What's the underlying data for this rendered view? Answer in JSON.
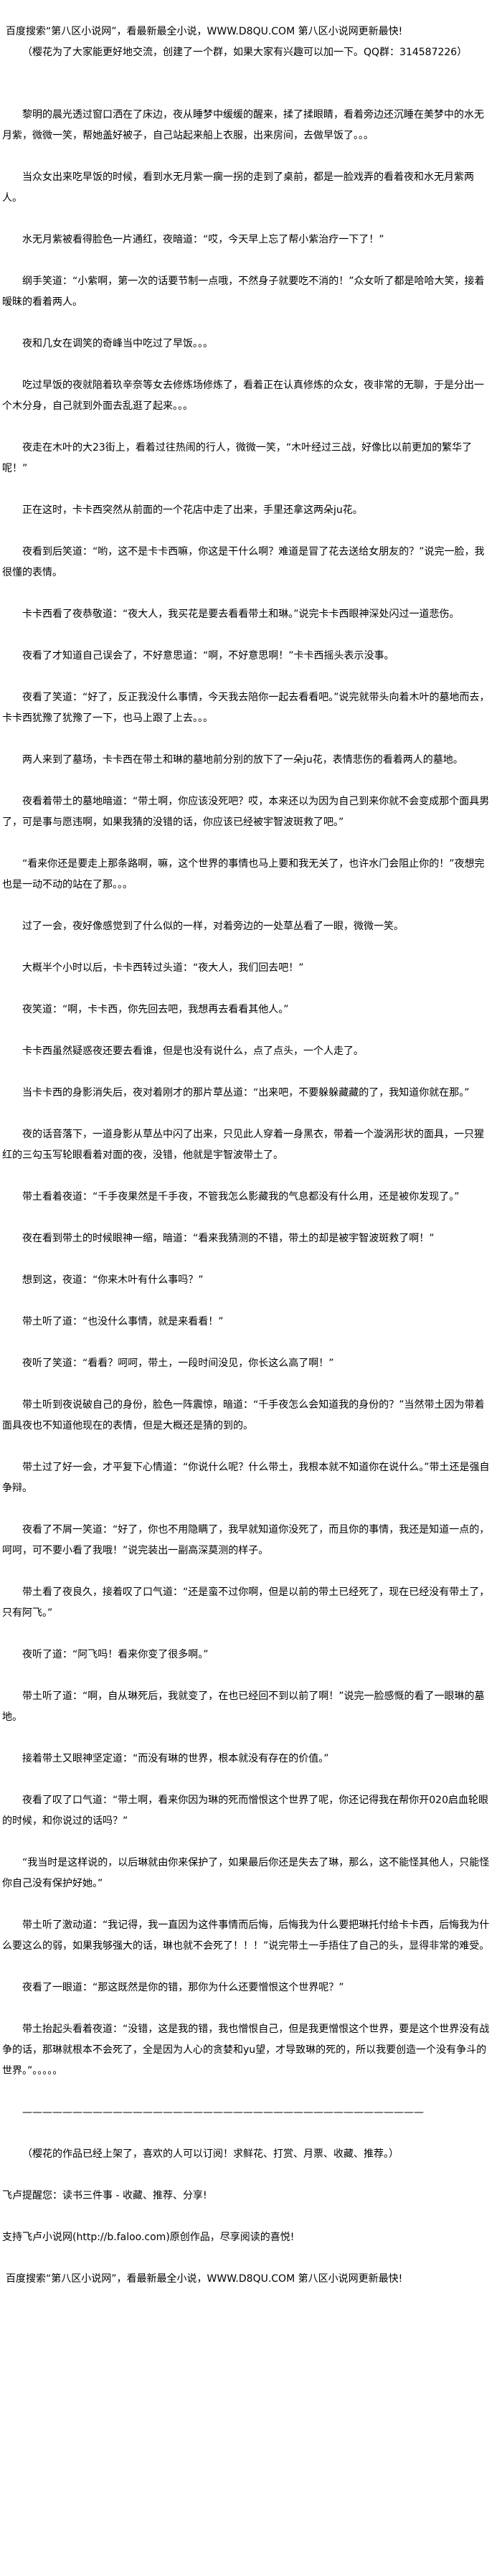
{
  "header": {
    "ad": "百度搜索“第八区小说网”，看最新最全小说，WWW.D8QU.COM   第八区小说网更新最快!",
    "note": "（樱花为了大家能更好地交流，创建了一个群，如果大家有兴趣可以加一下。QQ群：314587226）"
  },
  "paragraphs": [
    "黎明的晨光透过窗口洒在了床边，夜从睡梦中缓缓的醒来，揉了揉眼睛，看着旁边还沉睡在美梦中的水无月紫，微微一笑，帮她盖好被子，自己站起来船上衣服，出来房间，去做早饭了。。。",
    "当众女出来吃早饭的时候，看到水无月紫一瘸一拐的走到了桌前，都是一脸戏弄的看着夜和水无月紫两人。",
    "水无月紫被看得脸色一片通红，夜暗道：“哎，今天早上忘了帮小紫治疗一下了！”",
    "纲手笑道：“小紫啊，第一次的话要节制一点哦，不然身子就要吃不消的！”众女听了都是哈哈大笑，接着暧昧的看着两人。",
    "夜和几女在调笑的奇峰当中吃过了早饭。。。",
    "吃过早饭的夜就陪着玖辛奈等女去修炼场修炼了，看着正在认真修炼的众女，夜非常的无聊，于是分出一个木分身，自己就到外面去乱逛了起来。。。",
    "夜走在木叶的大23街上，看着过往热闹的行人，微微一笑，“木叶经过三战，好像比以前更加的繁华了呢！”",
    "正在这时，卡卡西突然从前面的一个花店中走了出来，手里还拿这两朵ju花。",
    "夜看到后笑道：“哟，这不是卡卡西嘛，你这是干什么啊？难道是冒了花去送给女朋友的？”说完一脸，我很懂的表情。",
    "卡卡西看了夜恭敬道：“夜大人，我买花是要去看看带土和琳。”说完卡卡西眼神深处闪过一道悲伤。",
    "夜看了才知道自己误会了，不好意思道：“啊，不好意思啊！”卡卡西摇头表示没事。",
    "夜看了笑道：“好了，反正我没什么事情，今天我去陪你一起去看看吧。”说完就带头向着木叶的墓地而去，卡卡西犹豫了犹豫了一下，也马上跟了上去。。。",
    "两人来到了墓场，卡卡西在带土和琳的墓地前分别的放下了一朵ju花，表情悲伤的看着两人的墓地。",
    "夜看着带土的墓地暗道：“带土啊，你应该没死吧？哎，本来还以为因为自己到来你就不会变成那个面具男了，可是事与愿违啊，如果我猜的没错的话，你应该已经被宇智波斑救了吧。”",
    "“看来你还是要走上那条路啊，嘛，这个世界的事情也马上要和我无关了，也许水门会阻止你的！”夜想完也是一动不动的站在了那。。。",
    "过了一会，夜好像感觉到了什么似的一样，对着旁边的一处草丛看了一眼，微微一笑。",
    "大概半个小时以后，卡卡西转过头道：“夜大人，我们回去吧！”",
    "夜笑道：“啊，卡卡西，你先回去吧，我想再去看看其他人。”",
    "卡卡西虽然疑惑夜还要去看谁，但是也没有说什么，点了点头，一个人走了。",
    "当卡卡西的身影消失后，夜对着刚才的那片草丛道：“出来吧，不要躲躲藏藏的了，我知道你就在那。”",
    "夜的话音落下，一道身影从草丛中闪了出来，只见此人穿着一身黑衣，带着一个漩涡形状的面具，一只猩红的三勾玉写轮眼看着对面的夜，没错，他就是宇智波带土了。",
    "带土看着夜道：“千手夜果然是千手夜，不管我怎么影藏我的气息都没有什么用，还是被你发现了。”",
    "夜在看到带土的时候眼神一缩，暗道：“看来我猜测的不错，带土的却是被宇智波斑救了啊！”",
    "想到这，夜道：“你来木叶有什么事吗？”",
    "带土听了道：“也没什么事情，就是来看看！”",
    "夜听了笑道：“看看？呵呵，带土，一段时间没见，你长这么高了啊！”",
    "带土听到夜说破自己的身份，脸色一阵震惊，暗道：“千手夜怎么会知道我的身份的？”当然带土因为带着面具夜也不知道他现在的表情，但是大概还是猜的到的。",
    "带土过了好一会，才平复下心情道：“你说什么呢？什么带土，我根本就不知道你在说什么。”带土还是强自争辩。",
    "夜看了不屑一笑道：“好了，你也不用隐瞒了，我早就知道你没死了，而且你的事情，我还是知道一点的，呵呵，可不要小看了我哦！”说完装出一副高深莫测的样子。",
    "带土看了夜良久，接着叹了口气道：“还是蛮不过你啊，但是以前的带土已经死了，现在已经没有带土了，只有阿飞。”",
    "夜听了道：“阿飞吗！看来你变了很多啊。”",
    "带土听了道：“啊，自从琳死后，我就变了，在也已经回不到以前了啊！”说完一脸感慨的看了一眼琳的墓地。",
    "接着带土又眼神坚定道：“而没有琳的世界，根本就没有存在的价值。”",
    "夜看了叹了口气道：“带土啊，看来你因为琳的死而憎恨这个世界了呢，你还记得我在帮你开020启血轮眼的时候，和你说过的话吗？”",
    "“我当时是这样说的，以后琳就由你来保护了，如果最后你还是失去了琳，那么，这不能怪其他人，只能怪你自己没有保护好她。”",
    "带土听了激动道：“我记得，我一直因为这件事情而后悔，后悔我为什么要把琳托付给卡卡西，后悔我为什么要这么的弱，如果我够强大的话，琳也就不会死了！！！”说完带土一手捂住了自己的头，显得非常的难受。",
    "夜看了一眼道：“那这既然是你的错，那你为什么还要憎恨这个世界呢？”",
    "带土抬起头看着夜道：“没错，这是我的错，我也憎恨自己，但是我更憎恨这个世界，要是这个世界没有战争的话，那琳就根本不会死了，全是因为人心的贪婪和yu望，才导致琳的死的，所以我要创造一个没有争斗的世界。”。。。。。"
  ],
  "divider": "————————————————————————————————————————",
  "footer": {
    "author_note": "（樱花的作品已经上架了，喜欢的人可以订阅！求鲜花、打赏、月票、收藏、推荐。）",
    "reminder": "飞卢提醒您：读书三件事 - 收藏、推荐、分享!",
    "support": "支持飞卢小说网(http://b.faloo.com)原创作品，尽享阅读的喜悦!",
    "ad": "百度搜索“第八区小说网”，看最新最全小说，WWW.D8QU.COM   第八区小说网更新最快!"
  }
}
